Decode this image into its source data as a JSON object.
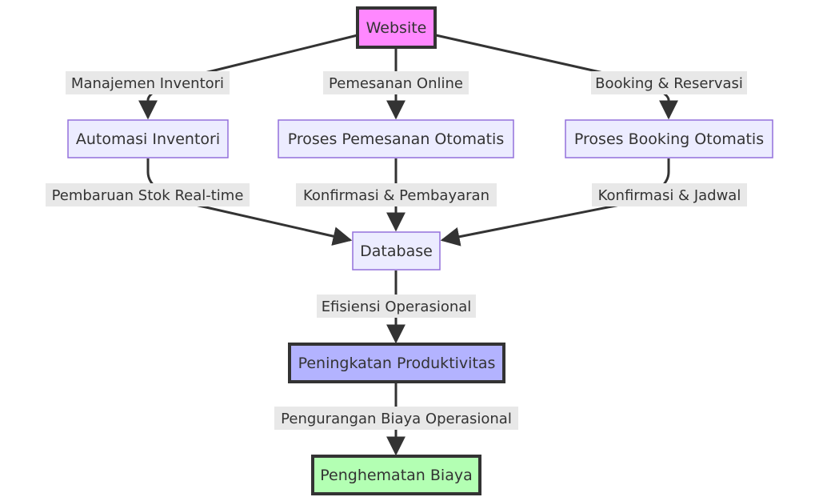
{
  "nodes": {
    "website": {
      "label": "Website",
      "fill": "#ff88ff",
      "stroke": "#333333"
    },
    "automasi": {
      "label": "Automasi Inventori",
      "fill": "#ececff",
      "stroke": "#9370db"
    },
    "pemesanan": {
      "label": "Proses Pemesanan Otomatis",
      "fill": "#ececff",
      "stroke": "#9370db"
    },
    "booking": {
      "label": "Proses Booking Otomatis",
      "fill": "#ececff",
      "stroke": "#9370db"
    },
    "database": {
      "label": "Database",
      "fill": "#ececff",
      "stroke": "#9370db"
    },
    "produktivitas": {
      "label": "Peningkatan Produktivitas",
      "fill": "#b3b3ff",
      "stroke": "#333333"
    },
    "penghematan": {
      "label": "Penghematan Biaya",
      "fill": "#b3ffb3",
      "stroke": "#333333"
    }
  },
  "edges": {
    "manajemen": "Manajemen Inventori",
    "online": "Pemesanan Online",
    "reservasi": "Booking & Reservasi",
    "stok": "Pembaruan Stok Real-time",
    "konfirmasi_bayar": "Konfirmasi & Pembayaran",
    "konfirmasi_jadwal": "Konfirmasi & Jadwal",
    "efisiensi": "Efisiensi Operasional",
    "pengurangan": "Pengurangan Biaya Operasional"
  },
  "colors": {
    "edge": "#333333",
    "edge_label_bg": "#e8e8e8"
  }
}
